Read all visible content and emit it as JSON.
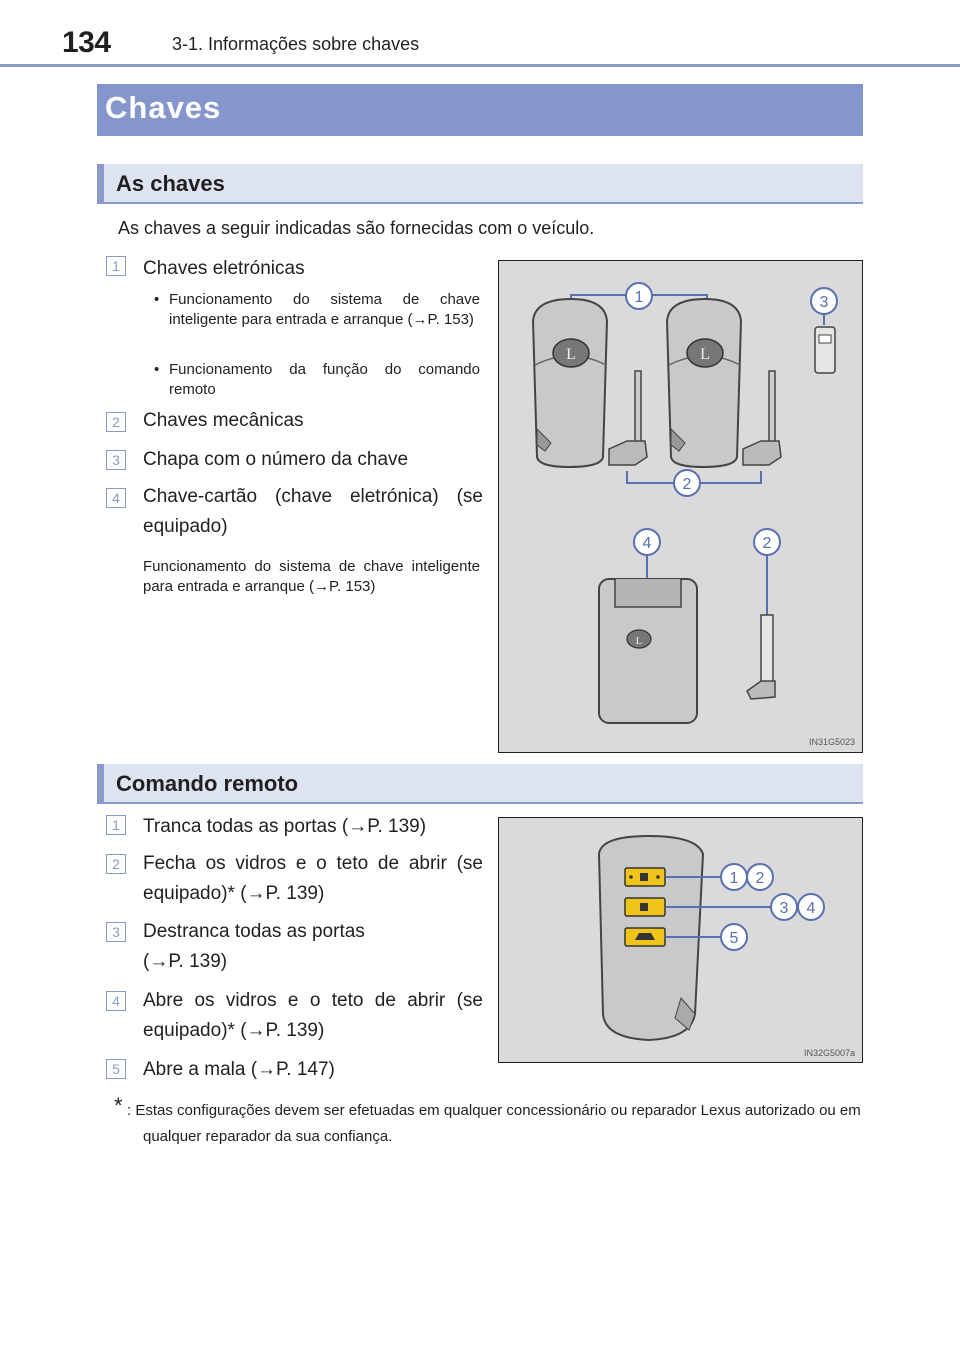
{
  "header": {
    "page_number": "134",
    "running_head": "3-1. Informações sobre chaves"
  },
  "title": "Chaves",
  "section1": {
    "heading": "As chaves",
    "intro": "As chaves a seguir indicadas são fornecidas com o veículo.",
    "items": [
      {
        "num": "1",
        "label": "Chaves eletrónicas"
      },
      {
        "num": "2",
        "label": "Chaves mecânicas"
      },
      {
        "num": "3",
        "label": "Chapa com o número da chave"
      },
      {
        "num": "4",
        "label": "Chave-cartão (chave eletrónica) (se equipado)"
      }
    ],
    "bullets": [
      "Funcionamento do sistema de chave inteligente para entrada e arranque (→P. 153)",
      "Funcionamento da função do comando remoto"
    ],
    "card_note": "Funcionamento do sistema de chave inteligente para entrada e arranque (→P. 153)",
    "figure": {
      "code": "IN31G5023",
      "callouts": [
        "1",
        "2",
        "3",
        "4",
        "2"
      ]
    }
  },
  "section2": {
    "heading": "Comando remoto",
    "items": [
      {
        "num": "1",
        "label": "Tranca todas as portas (→P. 139)"
      },
      {
        "num": "2",
        "label": "Fecha os vidros e o teto de abrir (se equipado)* (→P. 139)"
      },
      {
        "num": "3",
        "label": "Destranca todas as portas (→P. 139)"
      },
      {
        "num": "4",
        "label": "Abre os vidros e o teto de abrir (se equipado)* (→P. 139)"
      },
      {
        "num": "5",
        "label": "Abre a mala (→P. 147)"
      }
    ],
    "figure": {
      "code": "IN32G5007a",
      "callouts": [
        "1",
        "2",
        "3",
        "4",
        "5"
      ]
    }
  },
  "footnote": {
    "marker": "*",
    "text": ": Estas configurações devem ser efetuadas em qualquer concessionário ou reparador Lexus autorizado ou em qualquer reparador da sua confiança."
  }
}
